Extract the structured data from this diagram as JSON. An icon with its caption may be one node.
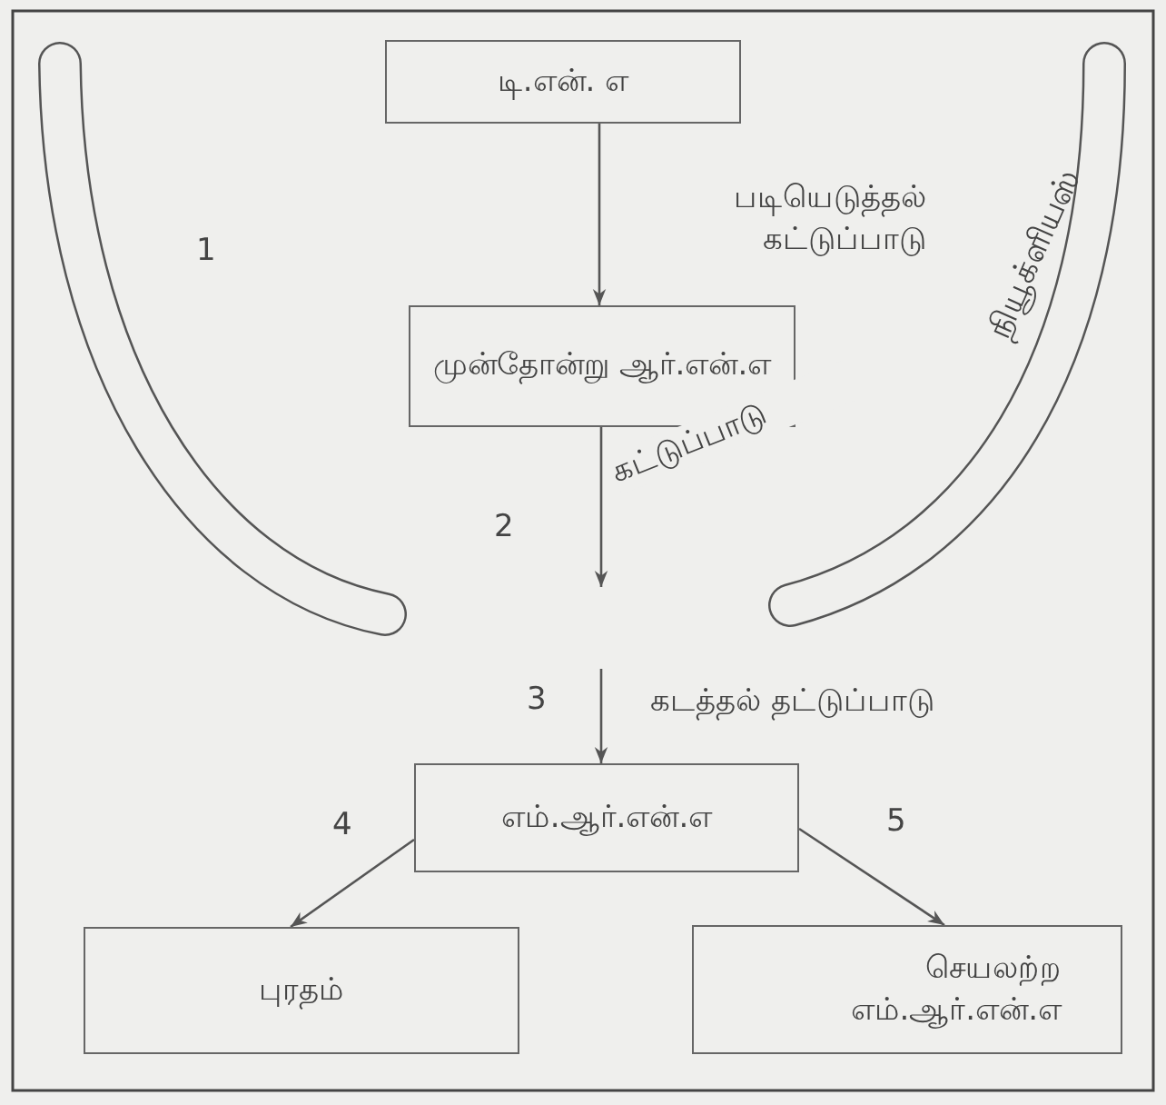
{
  "diagram": {
    "nodes": [
      {
        "text": [
          "டி.என். எ"
        ]
      },
      {
        "text": [
          "முன்தோன்று ஆர்.என்.எ"
        ]
      },
      {
        "text": [
          "எம்.ஆர்.என்.எ"
        ]
      },
      {
        "text": [
          "புரதம்"
        ]
      },
      {
        "text": [
          "செயலற்ற எம்.ஆர்.என்.எ"
        ]
      },
      {
        "text": [],
        "shape": "band"
      },
      {
        "text": [
          "நியூக்ளியஸ்"
        ]
      }
    ],
    "edges": [
      {
        "from": 0,
        "to": 1,
        "arrow": "to",
        "label": "படியெடுத்தல் கட்டுப்பாடு"
      },
      {
        "from": 1,
        "to": null,
        "arrow": "to",
        "label": "கட்டுப்பாடு"
      },
      {
        "from": null,
        "to": 2,
        "arrow": "to",
        "label": "கடத்தல் தட்டுப்பாடு"
      },
      {
        "from": 2,
        "to": 3,
        "arrow": "to"
      },
      {
        "from": 2,
        "to": 4,
        "arrow": "to"
      }
    ],
    "labels": [
      "1",
      "2",
      "3",
      "4",
      "5"
    ]
  }
}
